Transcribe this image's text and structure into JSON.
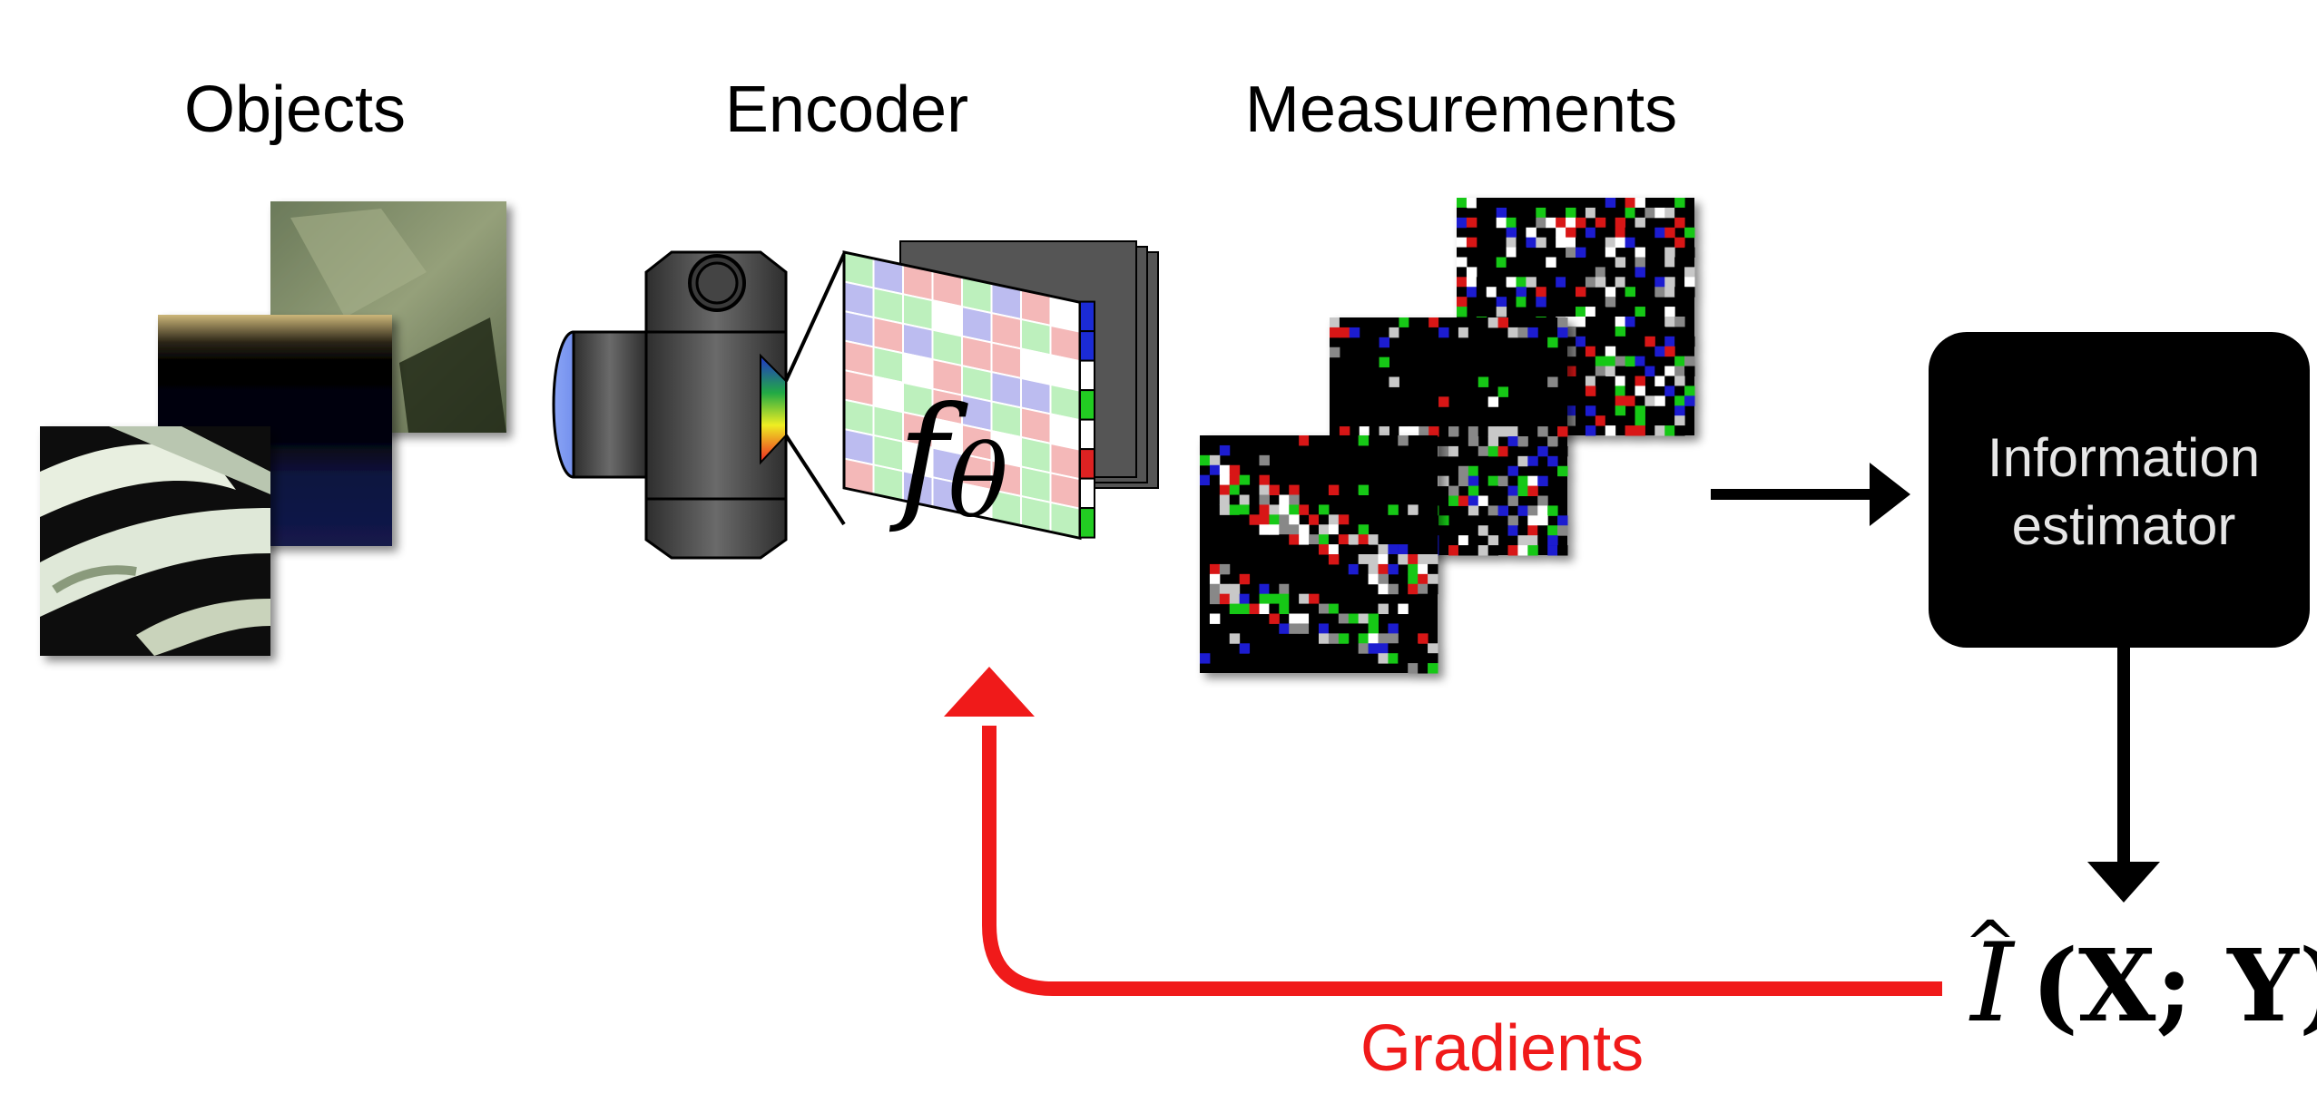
{
  "labels": {
    "objects": "Objects",
    "encoder": "Encoder",
    "measurements": "Measurements",
    "estimator_line1": "Information",
    "estimator_line2": "estimator",
    "gradients": "Gradients",
    "encoder_symbol_f": "f",
    "encoder_symbol_theta": "θ",
    "mi_I": "I",
    "mi_hat": "^",
    "mi_args": "(X; Y)"
  },
  "colors": {
    "gradient_arrow": "#f01a1a",
    "flow_arrow": "#000000",
    "estimator_box": "#000000",
    "estimator_text": "#e6e6e6",
    "lens": "#6f8ff0",
    "camera_body": "#555555",
    "filter_red": "#f4b8b8",
    "filter_green": "#bdf0bd",
    "filter_blue": "#bcbcf0"
  },
  "icons": {
    "camera": "camera-icon",
    "filter": "color-filter-array-icon",
    "estimator": "estimator-box"
  }
}
